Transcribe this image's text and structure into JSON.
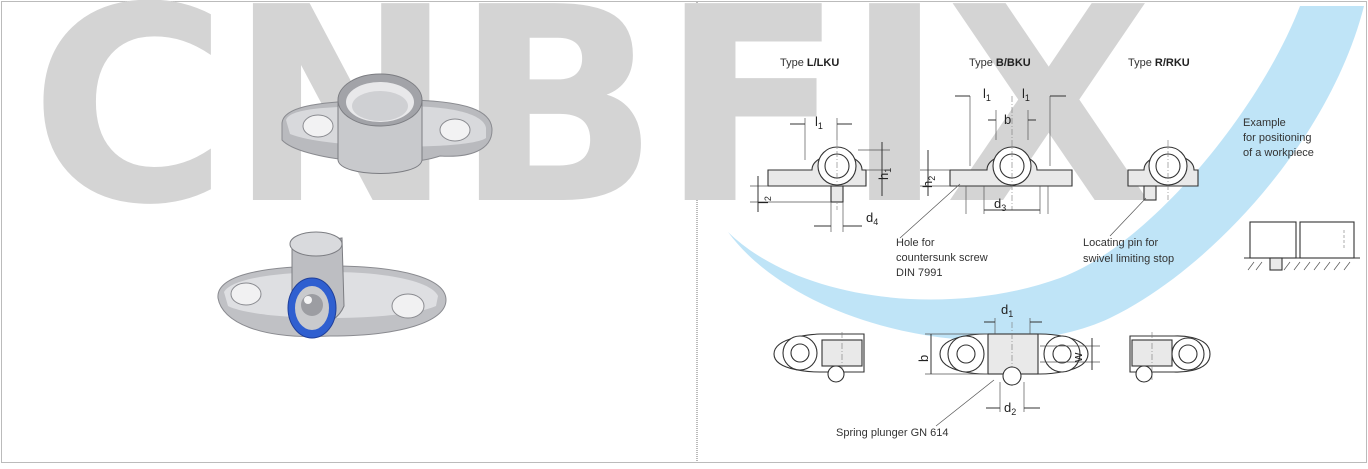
{
  "watermark": "CNBFIX",
  "drawing": {
    "type_l_prefix": "Type ",
    "type_l_bold": "L/LKU",
    "type_b_prefix": "Type ",
    "type_b_bold": "B/BKU",
    "type_r_prefix": "Type ",
    "type_r_bold": "R/RKU",
    "example": [
      "Example",
      "for positioning",
      "of a workpiece"
    ],
    "hole_note": [
      "Hole for",
      "countersunk screw",
      "DIN 7991"
    ],
    "pin_note": [
      "Locating pin for",
      "swivel limiting stop"
    ],
    "plunger_note": "Spring plunger GN 614",
    "dims": {
      "l1": "l",
      "l1_sub": "1",
      "l2": "l",
      "l2_sub": "2",
      "h1": "h",
      "h1_sub": "1",
      "h2": "h",
      "h2_sub": "2",
      "d1": "d",
      "d1_sub": "1",
      "d2": "d",
      "d2_sub": "2",
      "d3": "d",
      "d3_sub": "3",
      "d4": "d",
      "d4_sub": "4",
      "b": "b",
      "w": "w"
    }
  },
  "colors": {
    "swoosh": "#bfe4f7",
    "watermark": "#d4d4d4",
    "ball_ring": "#2f5fd0"
  }
}
